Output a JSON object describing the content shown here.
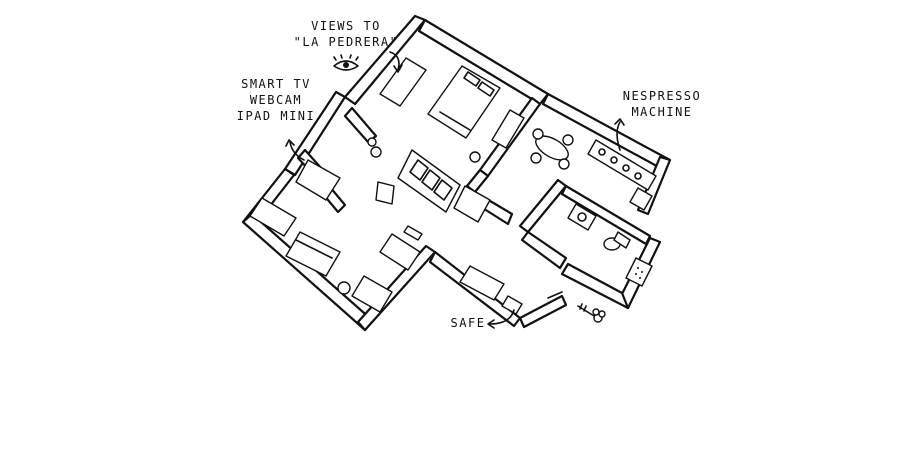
{
  "annotations": {
    "views": [
      "VIEWS TO",
      "\"LA PEDRERA\""
    ],
    "tv": [
      "SMART TV",
      "WEBCAM",
      "IPAD MINI"
    ],
    "nespresso": [
      "NESPRESSO",
      "MACHINE"
    ],
    "safe": "SAFE"
  },
  "icons": [
    "eye-icon",
    "key-icon"
  ],
  "colors": {
    "ink": "#111111",
    "paper": "#ffffff"
  }
}
